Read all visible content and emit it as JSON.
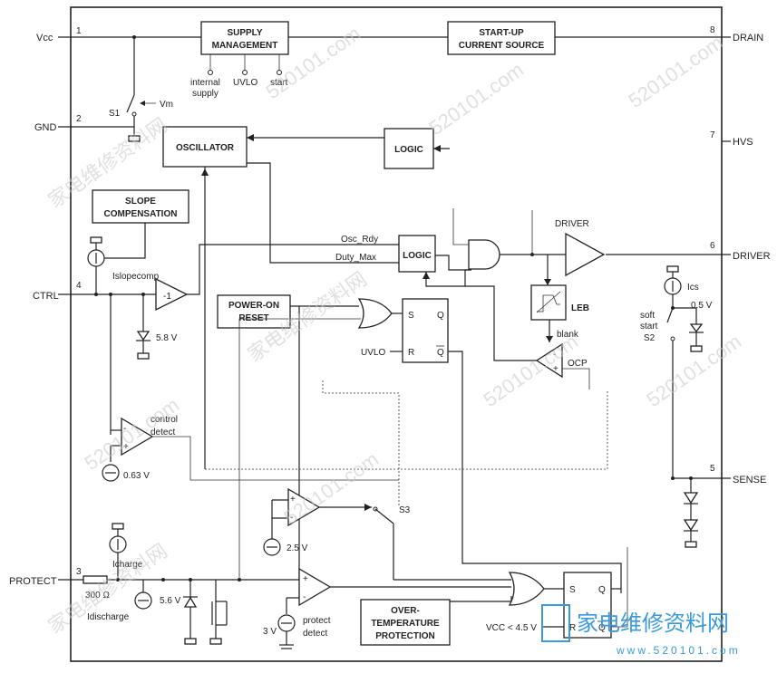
{
  "pins": [
    {
      "num": "1",
      "name": "Vcc"
    },
    {
      "num": "2",
      "name": "GND"
    },
    {
      "num": "4",
      "name": "CTRL"
    },
    {
      "num": "3",
      "name": "PROTECT"
    },
    {
      "num": "8",
      "name": "DRAIN"
    },
    {
      "num": "7",
      "name": "HVS"
    },
    {
      "num": "6",
      "name": "DRIVER"
    },
    {
      "num": "5",
      "name": "SENSE"
    }
  ],
  "blocks": {
    "supply_l1": "SUPPLY",
    "supply_l2": "MANAGEMENT",
    "startup_l1": "START-UP",
    "startup_l2": "CURRENT SOURCE",
    "oscillator": "OSCILLATOR",
    "logic_top": "LOGIC",
    "logic_mid": "LOGIC",
    "slope_l1": "SLOPE",
    "slope_l2": "COMPENSATION",
    "por_l1": "POWER-ON",
    "por_l2": "RESET",
    "otp_l1": "OVER-",
    "otp_l2": "TEMPERATURE",
    "otp_l3": "PROTECTION",
    "leb": "LEB",
    "driver": "DRIVER"
  },
  "labels": {
    "internal": "internal",
    "supply": "supply",
    "uvlo_top": "UVLO",
    "start": "start",
    "s1": "S1",
    "vm": "Vm",
    "islopecomp": "Islopecomp",
    "inv": "-1",
    "v58": "5.8 V",
    "osc_rdy": "Osc_Rdy",
    "duty_max": "Duty_Max",
    "s": "S",
    "q": "Q",
    "r": "R",
    "qbar": "Q",
    "uvlo_ff": "UVLO",
    "ocp": "OCP",
    "blank": "blank",
    "ics": "Ics",
    "v05": "0.5 V",
    "soft": "soft",
    "start2": "start",
    "s2": "S2",
    "control": "control",
    "detect": "detect",
    "v063": "0.63 V",
    "s3": "S3",
    "v25": "2.5 V",
    "icharge": "Icharge",
    "r300": "300 Ω",
    "idischarge": "Idischarge",
    "v56": "5.6 V",
    "v3": "3 V",
    "protect": "protect",
    "pdetect": "detect",
    "vcc45": "VCC < 4.5 V",
    "s_b": "S",
    "q_b": "Q",
    "r_b": "R",
    "qbar_b": "Q",
    "plus": "+",
    "minus": "-"
  },
  "watermark": {
    "cn": "家电维修资料网",
    "url": "520101.com",
    "brand": "家电维修资料网",
    "brand_url": "www.520101.com"
  }
}
